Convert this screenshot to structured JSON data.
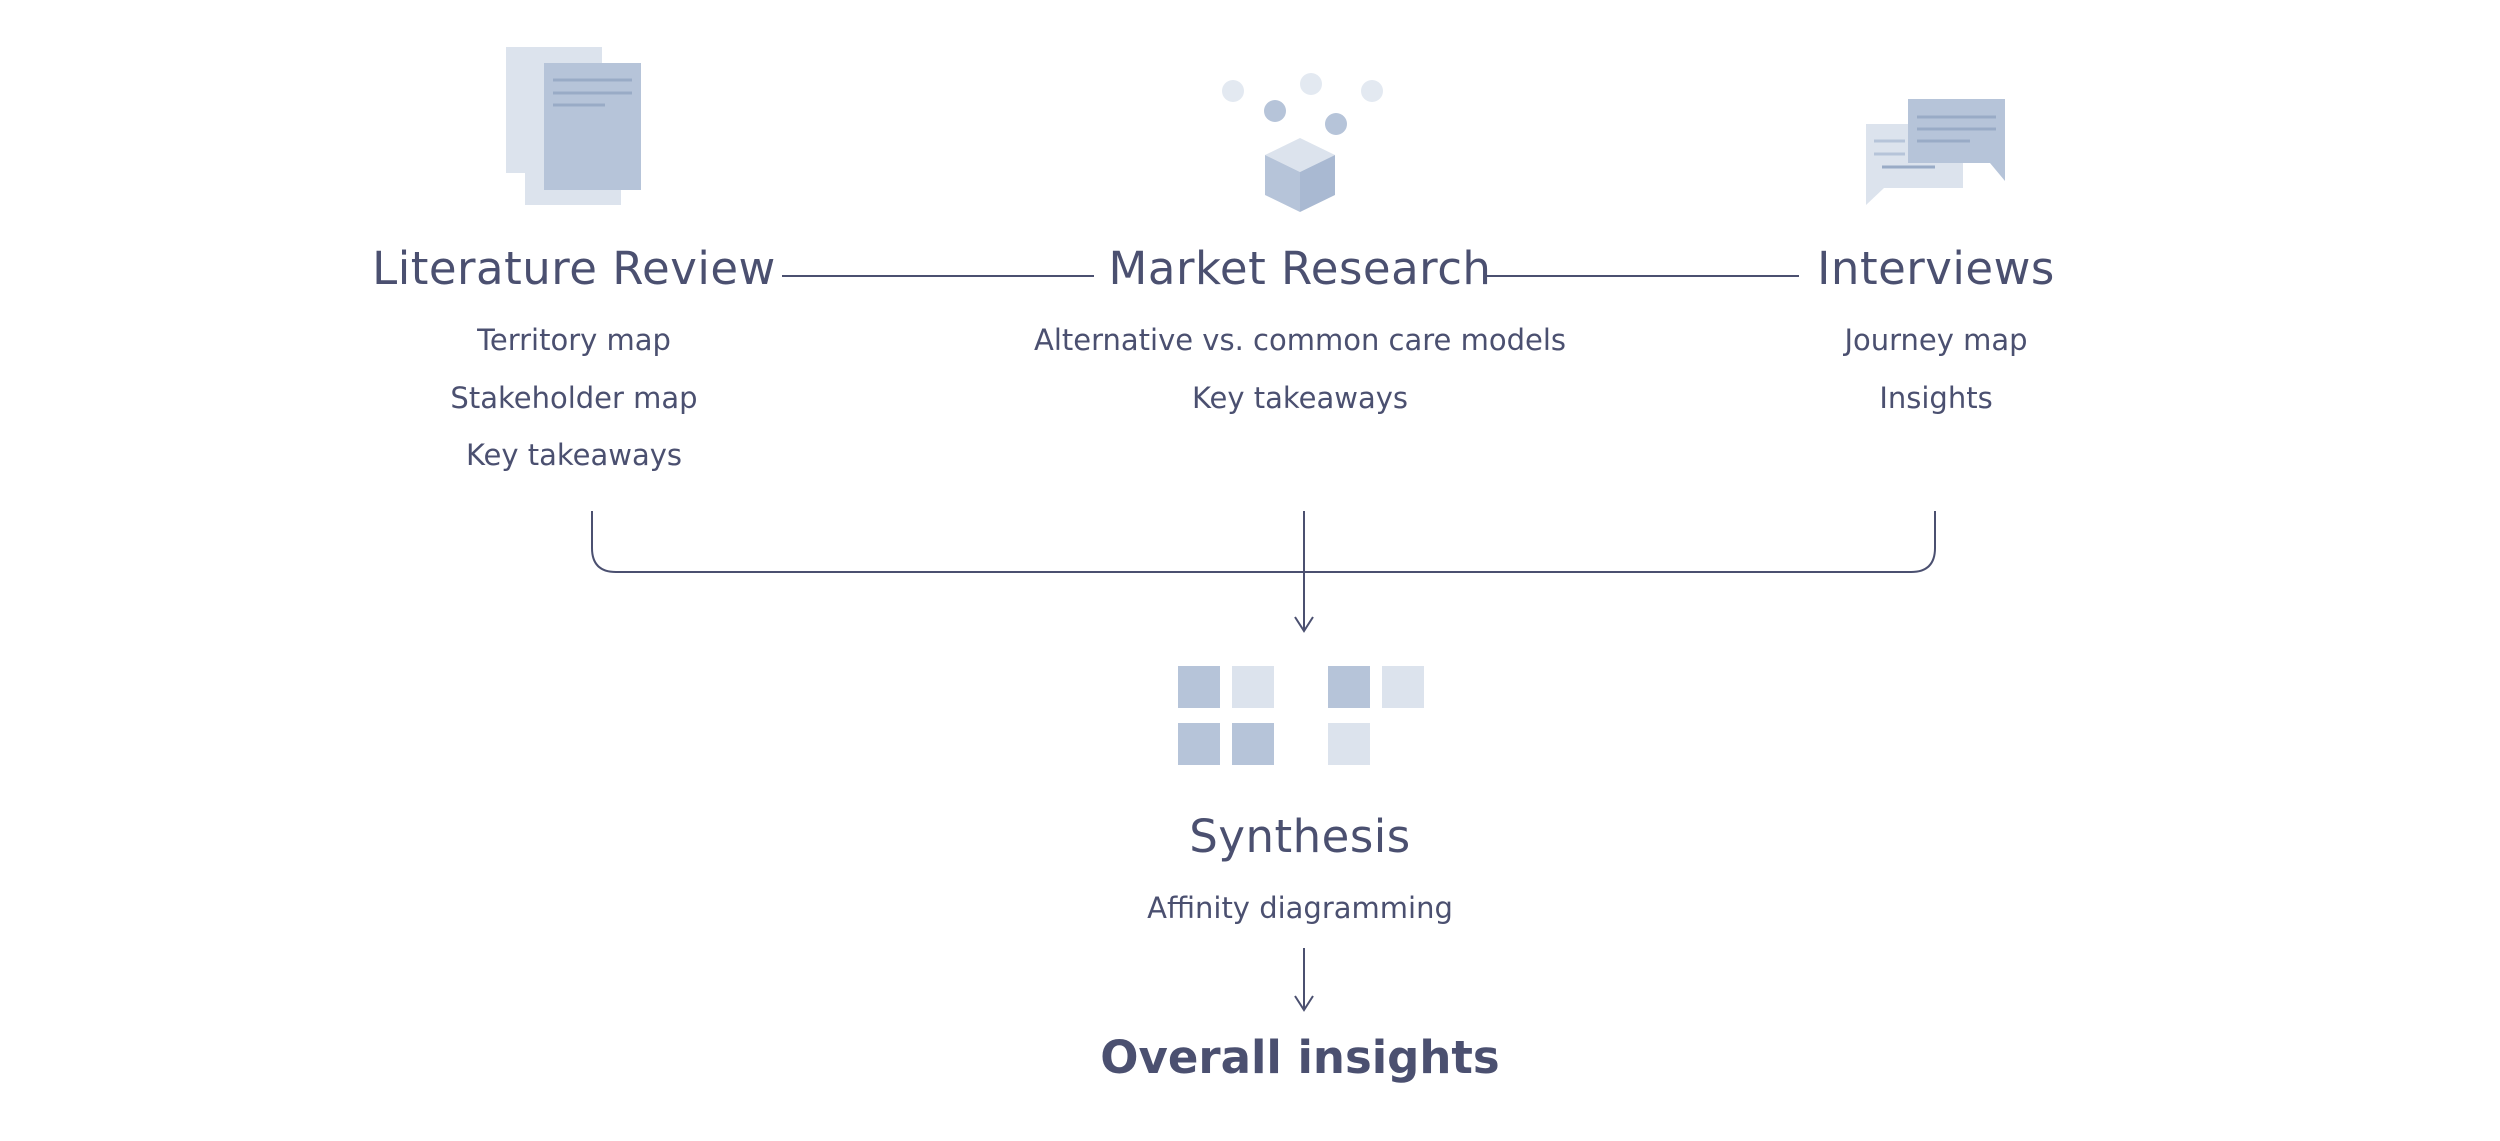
{
  "colors": {
    "text": "#4b5070",
    "line": "#4b5070",
    "icon_dark": "#b6c4d9",
    "icon_light": "#dce3ed"
  },
  "columns": [
    {
      "title": "Literature Review",
      "icon": "documents-icon",
      "items": [
        "Territory map",
        "Stakeholder map",
        "Key takeaways"
      ]
    },
    {
      "title": "Market Research",
      "icon": "cube-icon",
      "items": [
        "Alternative vs. common care models",
        "Key takeaways"
      ]
    },
    {
      "title": "Interviews",
      "icon": "chat-bubbles-icon",
      "items": [
        "Journey map",
        "Insights"
      ]
    }
  ],
  "synthesis": {
    "title": "Synthesis",
    "icon": "affinity-grid-icon",
    "items": [
      "Affinity diagramming"
    ]
  },
  "result": {
    "title": "Overall insights"
  }
}
